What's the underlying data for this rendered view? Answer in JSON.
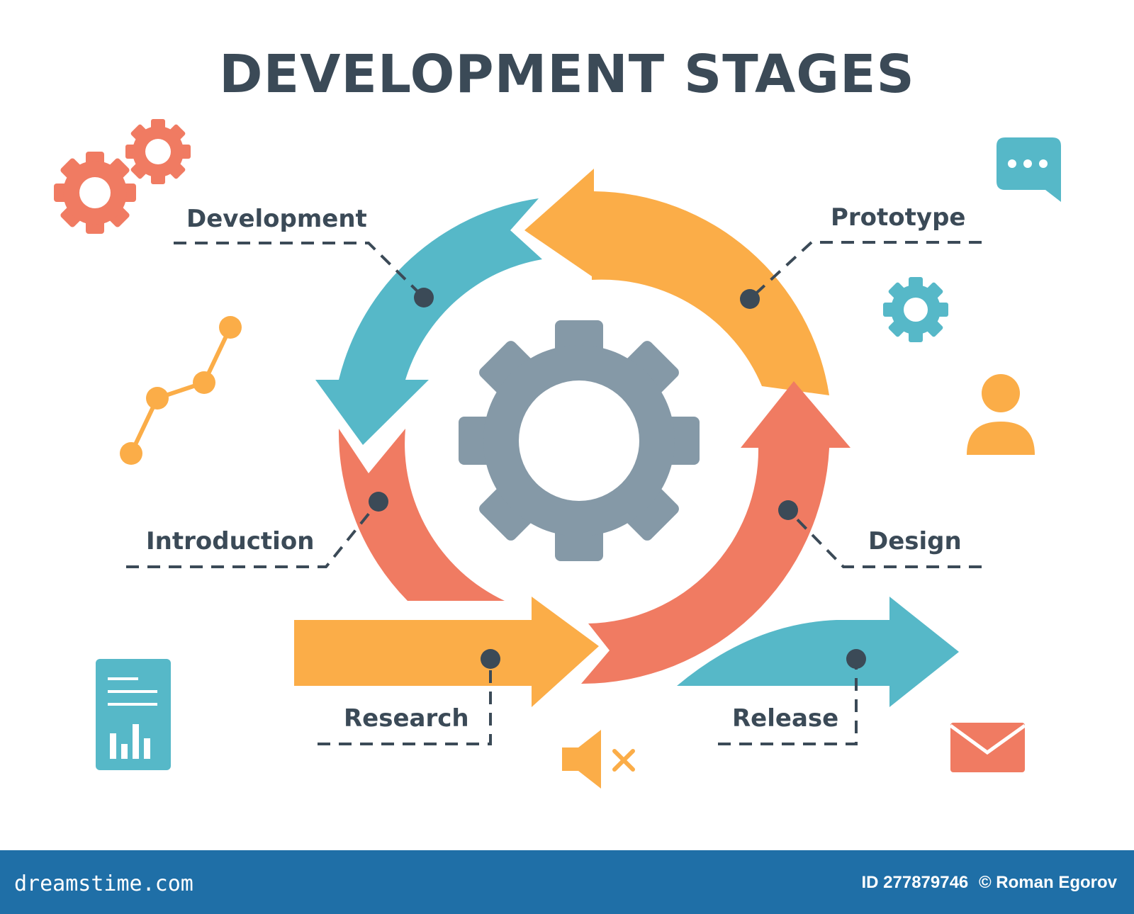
{
  "title": "DEVELOPMENT STAGES",
  "stages": {
    "development": "Development",
    "prototype": "Prototype",
    "introduction": "Introduction",
    "design": "Design",
    "research": "Research",
    "release": "Release"
  },
  "colors": {
    "teal": "#56b8c8",
    "orange": "#fbad48",
    "coral": "#f07b62",
    "gear": "#8599a7",
    "text": "#3b4a57",
    "footer": "#1f6fa7"
  },
  "footer": {
    "site": "dreamstime.com",
    "image_id": "ID 277879746",
    "author": "© Roman Egorov"
  }
}
